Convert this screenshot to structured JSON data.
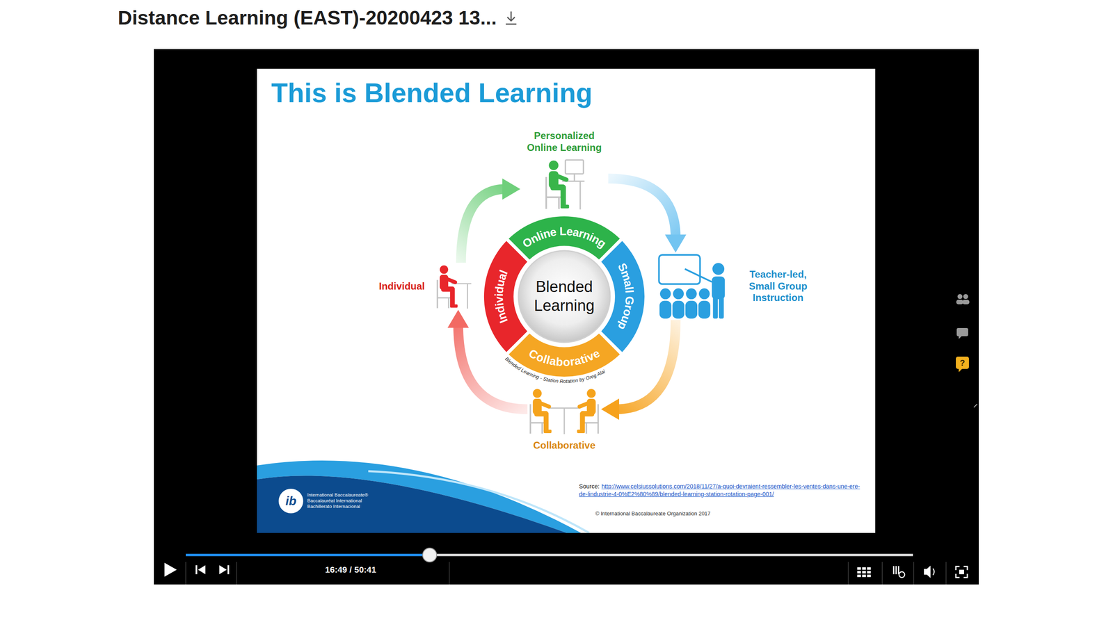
{
  "diagram": {
    "title": "This is Blended Learning",
    "nodes": [
      {
        "text": [
          "Personalized Online Learning"
        ]
      },
      {
        "text": [
          "Online Learning"
        ]
      },
      {
        "text": [
          "Individual"
        ]
      },
      {
        "text": [
          "Individual"
        ]
      },
      {
        "text": [
          "Blended Learning"
        ]
      },
      {
        "text": [
          "Small Group"
        ]
      },
      {
        "text": [
          "Teacher-led, Small Group Instruction"
        ]
      },
      {
        "text": [
          "Collaborative"
        ]
      },
      {
        "text": [
          "Collaborative"
        ]
      }
    ],
    "edges": [
      {
        "from": 2,
        "to": 0,
        "arrow": "to"
      },
      {
        "from": 0,
        "to": 6,
        "arrow": "to"
      },
      {
        "from": 6,
        "to": 8,
        "arrow": "to"
      },
      {
        "from": 8,
        "to": 2,
        "arrow": "to"
      }
    ],
    "labels": [
      "Distance Learning (EAST)-20200423 13...",
      "Blended Learning - Station Rotation by Greg Alai",
      "Source:",
      "http://www.celsiussolutions.com/2018/11/27/a-quoi-devraient-ressembler-les-ventes-dans-une-ere-de-lindustrie-4-0%E2%80%89/blended-learning-station-rotation-page-001/",
      "© International Baccalaureate Organization 2017",
      "ib",
      "International Baccalaureate®",
      "Baccalauréat International",
      "Bachillerato Internacional",
      "16:49 / 50:41",
      "?"
    ]
  }
}
